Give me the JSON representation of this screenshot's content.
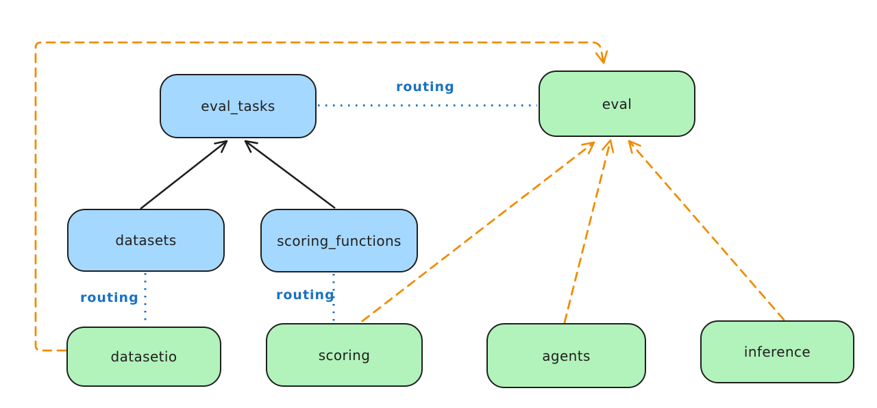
{
  "diagram": {
    "background": "#ffffff",
    "colors": {
      "blue_node_fill": "#a5d8ff",
      "green_node_fill": "#b2f2bb",
      "node_border": "#1e1e1e",
      "routing_blue": "#1971c2",
      "dashed_orange": "#f08c00",
      "solid_arrow_black": "#1e1e1e"
    },
    "nodes": {
      "eval_tasks": {
        "label": "eval_tasks",
        "color": "blue"
      },
      "eval": {
        "label": "eval",
        "color": "green"
      },
      "datasets": {
        "label": "datasets",
        "color": "blue"
      },
      "scoring_functions": {
        "label": "scoring_functions",
        "color": "blue"
      },
      "datasetio": {
        "label": "datasetio",
        "color": "green"
      },
      "scoring": {
        "label": "scoring",
        "color": "green"
      },
      "agents": {
        "label": "agents",
        "color": "green"
      },
      "inference": {
        "label": "inference",
        "color": "green"
      }
    },
    "edge_labels": {
      "eval_tasks_to_eval": "routing",
      "datasets_to_datasetio": "routing",
      "scoring_functions_to_scoring": "routing"
    },
    "edges": [
      {
        "from": "datasets",
        "to": "eval_tasks",
        "style": "solid-black-arrow"
      },
      {
        "from": "scoring_functions",
        "to": "eval_tasks",
        "style": "solid-black-arrow"
      },
      {
        "from": "eval_tasks",
        "to": "eval",
        "style": "dotted-blue-line",
        "label": "routing"
      },
      {
        "from": "datasets",
        "to": "datasetio",
        "style": "dotted-blue-line",
        "label": "routing"
      },
      {
        "from": "scoring_functions",
        "to": "scoring",
        "style": "dotted-blue-line",
        "label": "routing"
      },
      {
        "from": "datasetio",
        "to": "eval",
        "style": "dashed-orange-arrow-around-left-and-top"
      },
      {
        "from": "scoring",
        "to": "eval",
        "style": "dashed-orange-arrow"
      },
      {
        "from": "agents",
        "to": "eval",
        "style": "dashed-orange-arrow"
      },
      {
        "from": "inference",
        "to": "eval",
        "style": "dashed-orange-arrow"
      }
    ]
  }
}
